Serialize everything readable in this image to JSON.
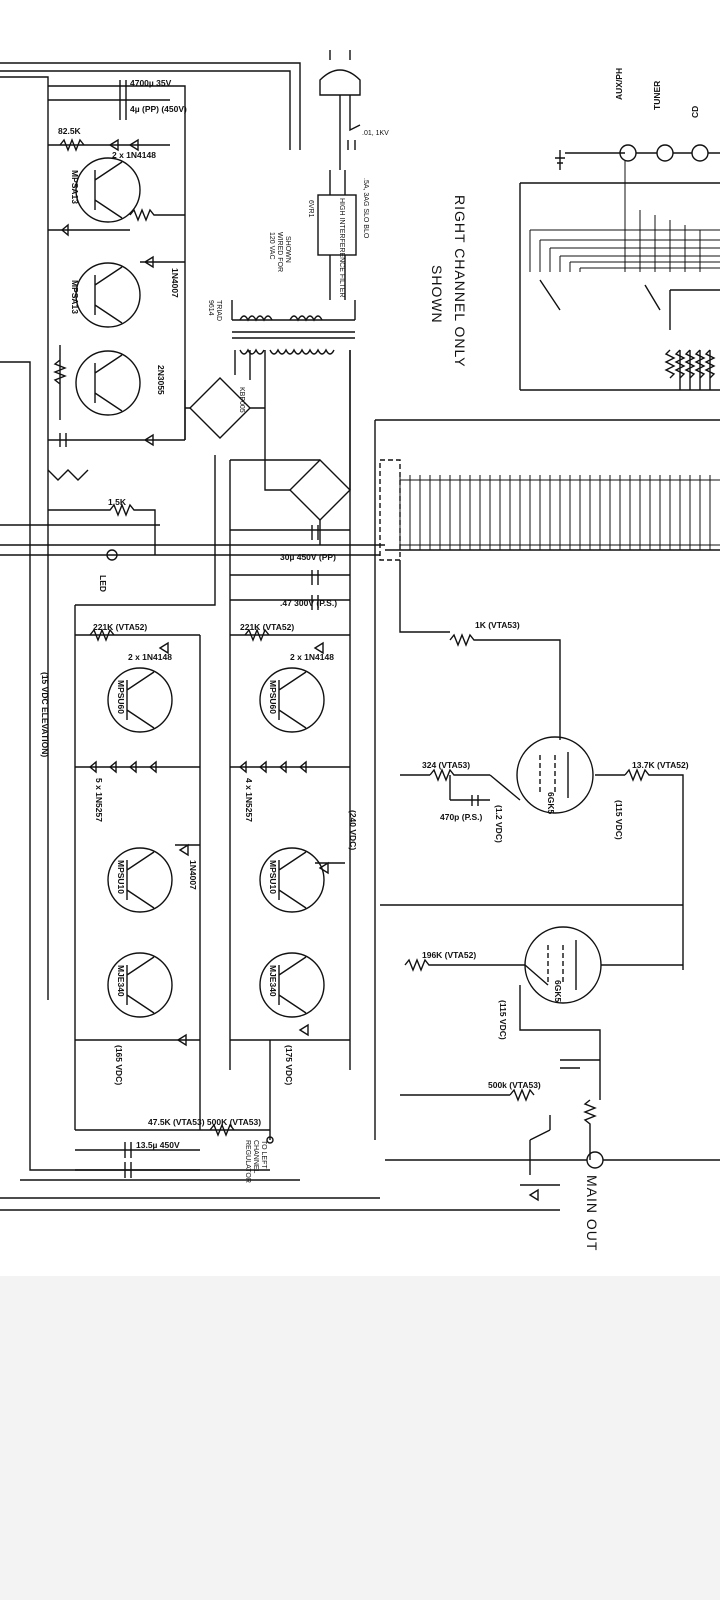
{
  "title_note": {
    "line1": "RIGHT CHANNEL ONLY",
    "line2": "SHOWN"
  },
  "main_out": "MAIN OUT",
  "inputs": [
    "AUX/PH",
    "TUNER",
    "CD"
  ],
  "to_left": {
    "l1": "TO LEFT",
    "l2": "CHANNEL",
    "l3": "REGULATOR"
  },
  "elevation": "(15 VDC ELEVATION)",
  "transformer": {
    "name": "TRIAD",
    "part": "9614"
  },
  "line_filter": {
    "name": "HIGH INTERFERENCE FILTER",
    "code": "6VR1",
    "note1": "SHOWN",
    "note2": "WIRED FOR",
    "note3": "120 VAC"
  },
  "labels": {
    "r1": "1K (VTA53)",
    "r2": "13.7K (VTA52)",
    "r3": "324 (VTA53)",
    "r4": "196K (VTA52)",
    "r5": "500k (VTA53)",
    "r6": "47.5K (VTA53) 500K (VTA53)",
    "r7": "221K (VTA52)",
    "r8": "221K (VTA52)",
    "r9": "82.5K",
    "r10": "1.5K",
    "c1": "470p (P.S.)",
    "c2": "13.5µ 450V",
    "c3": "30µ 450V (PP)",
    "c4": ".47 300V (P.S.)",
    "c5": "4700µ 35V",
    "c6": "4µ (PP) (450V)",
    "v1": "(1.2 VDC)",
    "v2": "(115 VDC)",
    "v3": "(115 VDC)",
    "v4": "(240 VDC)",
    "v5": "(175 VDC)",
    "v6": "(165 VDC)",
    "t1": "6GK5",
    "t2": "6GK5",
    "q1": "MPSU60",
    "q2": "MPSU60",
    "q3": "MPSU10",
    "q4": "MPSU10",
    "q5": "MJE340",
    "q6": "MJE340",
    "q7": "2N3055",
    "q8": "MPSA13",
    "q9": "MPSA13",
    "d1": "2 x 1N4148",
    "d2": "2 x 1N4148",
    "d3": "1N4007",
    "d4": "1N4007",
    "d5": "5 x 1N5257",
    "d6": "4 x 1N5257",
    "d7": "2 x 1N4148",
    "led": "LED",
    "fuse": ".5A, 3AG SLO BLO",
    "cap_ac": ".01, 1KV",
    "bridge": "KBP005"
  }
}
